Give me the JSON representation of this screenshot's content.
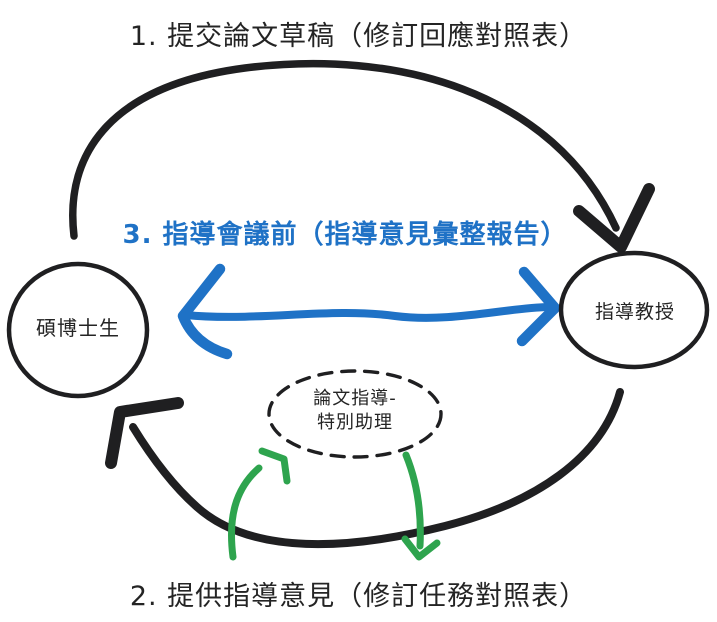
{
  "diagram": {
    "title_context": "thesis-advising-cycle",
    "steps": {
      "step1": "1. 提交論文草稿（修訂回應對照表）",
      "step2": "2. 提供指導意見（修訂任務對照表）",
      "step3": "3. 指導會議前（指導意見彙整報告）"
    },
    "nodes": {
      "student": "碩博士生",
      "advisor": "指導教授",
      "assistant_line1": "論文指導-",
      "assistant_line2": "特別助理"
    }
  },
  "colors": {
    "black": "#1f1f21",
    "blue": "#1f72c6",
    "green": "#2ea44e"
  }
}
